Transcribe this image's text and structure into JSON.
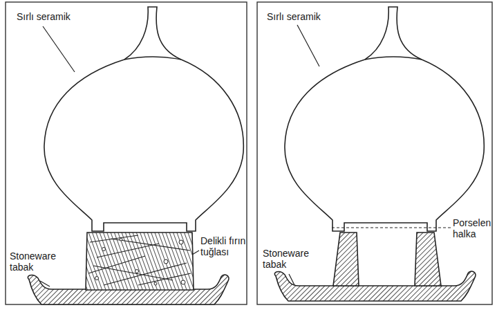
{
  "diagram": {
    "labels": [
      "Sırlı seramik",
      "Stoneware tabak",
      "Delikli fırın tuğlası",
      "Sırlı seramik",
      "Stoneware tabak",
      "Porselen halka"
    ]
  }
}
